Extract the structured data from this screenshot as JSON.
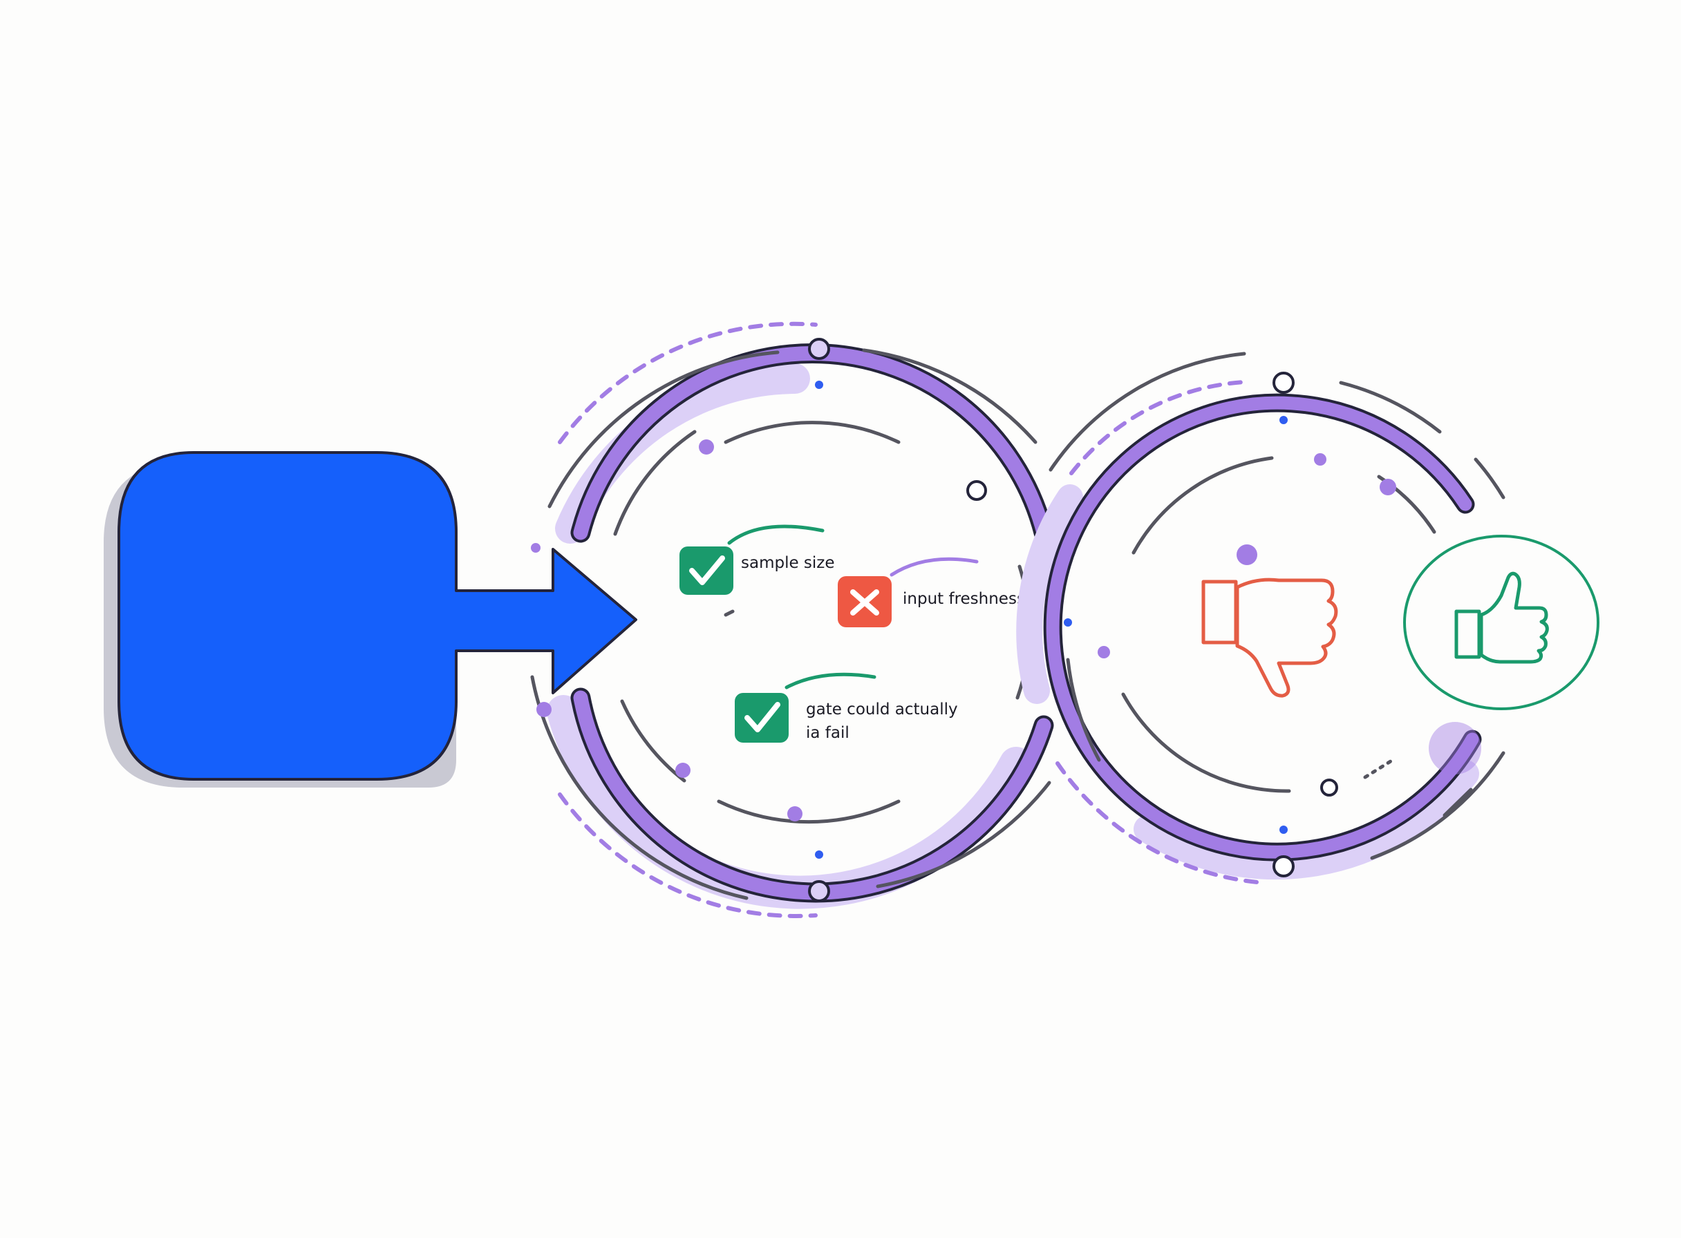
{
  "colors": {
    "background": "#fdfdfc",
    "input_block": "#1560fb",
    "outline": "#24243a",
    "ring_purple": "#a27de4",
    "halo_lavender": "#dcd0f7",
    "line_gray": "#55555f",
    "dot_blue": "#2f5df0",
    "pass_green": "#1a9a6c",
    "fail_red": "#ee5843",
    "thumb_down_red": "#e45d45",
    "thumb_up_green": "#1a9a6c"
  },
  "checks": [
    {
      "label_lines": [
        "sample size"
      ],
      "status": "pass",
      "icon": "checkmark-icon"
    },
    {
      "label_lines": [
        "input freshness"
      ],
      "status": "fail",
      "icon": "x-icon"
    },
    {
      "label_lines": [
        "gate could actually",
        "ia fail"
      ],
      "status": "pass",
      "icon": "checkmark-icon"
    }
  ],
  "outcomes": [
    {
      "icon": "thumbs-down-icon"
    },
    {
      "icon": "thumbs-up-icon"
    }
  ]
}
